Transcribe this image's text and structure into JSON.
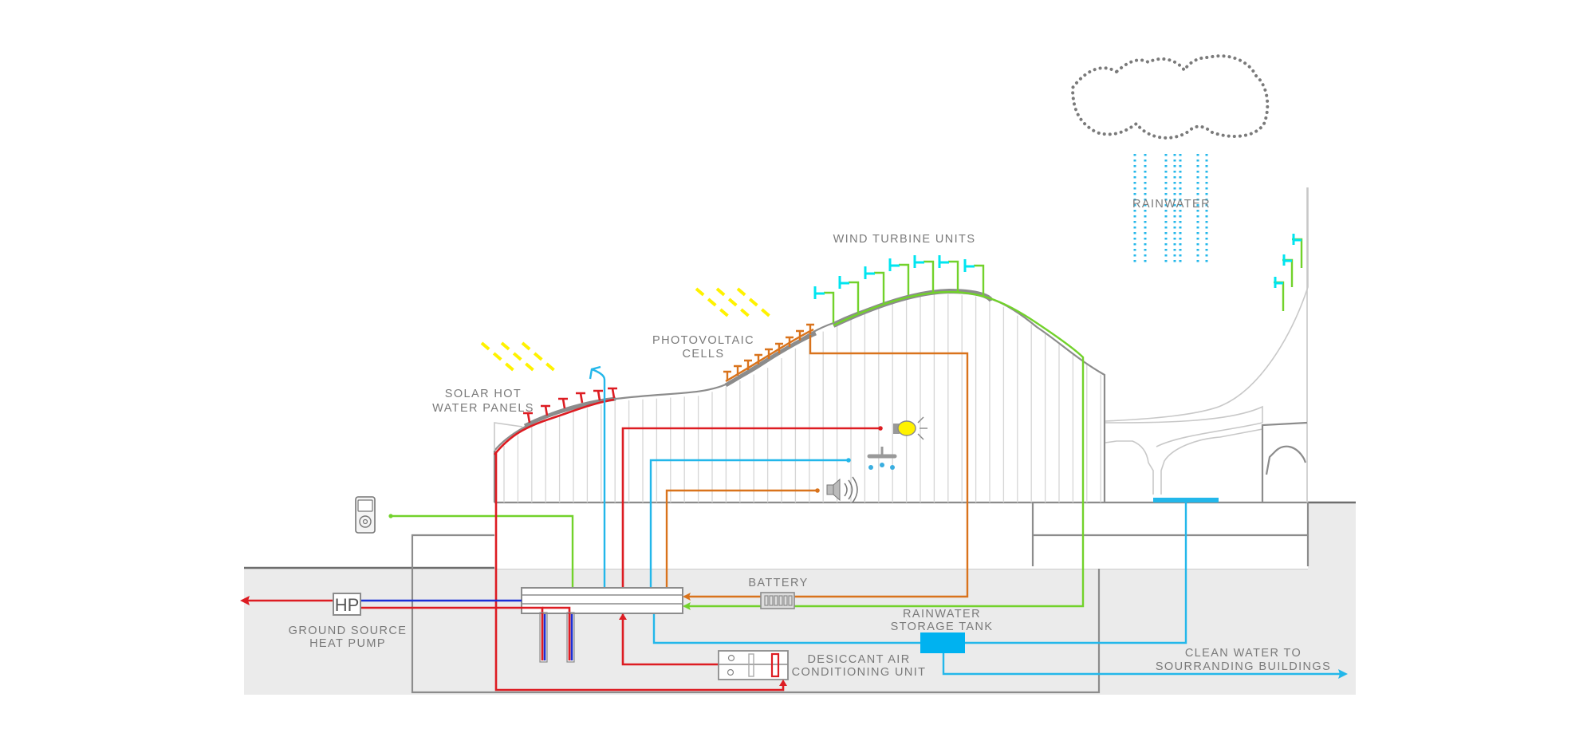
{
  "title": "Sustainable building energy & water systems section",
  "labels": {
    "solar_hot_water_1": "SOLAR HOT",
    "solar_hot_water_2": "WATER PANELS",
    "photovoltaic_1": "PHOTOVOLTAIC",
    "photovoltaic_2": "CELLS",
    "wind_turbines": "WIND TURBINE UNITS",
    "rainwater": "RAINWATER",
    "battery": "BATTERY",
    "rain_tank_1": "RAINWATER",
    "rain_tank_2": "STORAGE TANK",
    "gshp_1": "GROUND SOURCE",
    "gshp_2": "HEAT PUMP",
    "hp_box": "HP",
    "desiccant_1": "DESICCANT AIR",
    "desiccant_2": "CONDITIONING UNIT",
    "clean_water_1": "CLEAN WATER TO",
    "clean_water_2": "SOURRANDING BUILDINGS"
  },
  "icons": [
    "cloud-icon",
    "rain-icon",
    "sun-rays-icon",
    "wind-turbine-icon",
    "solar-panel-icon",
    "pv-cell-icon",
    "light-bulb-icon",
    "shower-icon",
    "speaker-icon",
    "media-player-icon",
    "battery-icon",
    "heat-pump-icon",
    "storage-tank-icon",
    "ac-unit-icon"
  ],
  "colors": {
    "hot_water": "#dd1c22",
    "cold_ground_loop": "#1a2fd6",
    "water": "#23b7ea",
    "pv_power": "#d9731c",
    "wind_power": "#72d22b",
    "sunlight": "#fff200",
    "turbine": "#00e5f0",
    "structure": "#8c8c8c",
    "ground": "#ebebeb"
  }
}
